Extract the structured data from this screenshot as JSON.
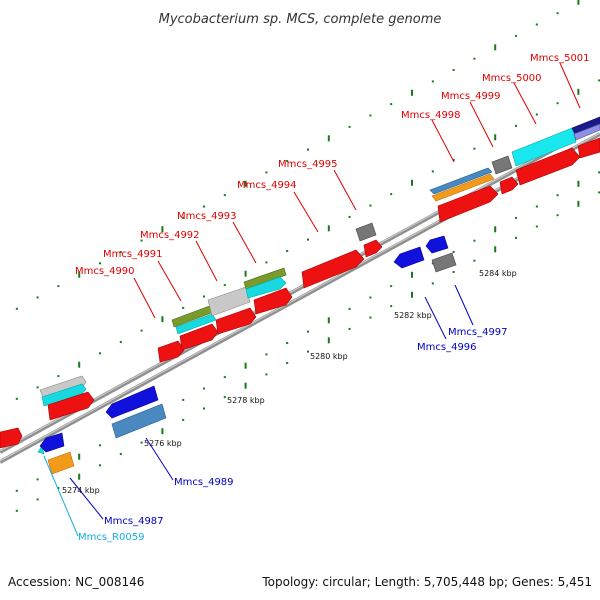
{
  "title": "Mycobacterium sp. MCS, complete genome",
  "footer": {
    "accession": "Accession: NC_008146",
    "topology": "Topology: circular; Length: 5,705,448 bp; Genes: 5,451"
  },
  "ticks": {
    "t5274": "5274 kbp",
    "t5276": "5276 kbp",
    "t5278": "5278 kbp",
    "t5280": "5280 kbp",
    "t5282": "5282 kbp",
    "t5284": "5284 kbp"
  },
  "genes": {
    "mmcs_4987": "Mmcs_4987",
    "mmcs_r0059": "Mmcs_R0059",
    "mmcs_4989": "Mmcs_4989",
    "mmcs_4990": "Mmcs_4990",
    "mmcs_4991": "Mmcs_4991",
    "mmcs_4992": "Mmcs_4992",
    "mmcs_4993": "Mmcs_4993",
    "mmcs_4994": "Mmcs_4994",
    "mmcs_4995": "Mmcs_4995",
    "mmcs_4996": "Mmcs_4996",
    "mmcs_4997": "Mmcs_4997",
    "mmcs_4998": "Mmcs_4998",
    "mmcs_4999": "Mmcs_4999",
    "mmcs_5000": "Mmcs_5000",
    "mmcs_5001": "Mmcs_5001"
  },
  "colors": {
    "cds_forward": "#ee1111",
    "cds_reverse": "#1111dd",
    "rna": "#18d8e0",
    "backbone": "#999999",
    "tick": "#1a7a1a"
  }
}
